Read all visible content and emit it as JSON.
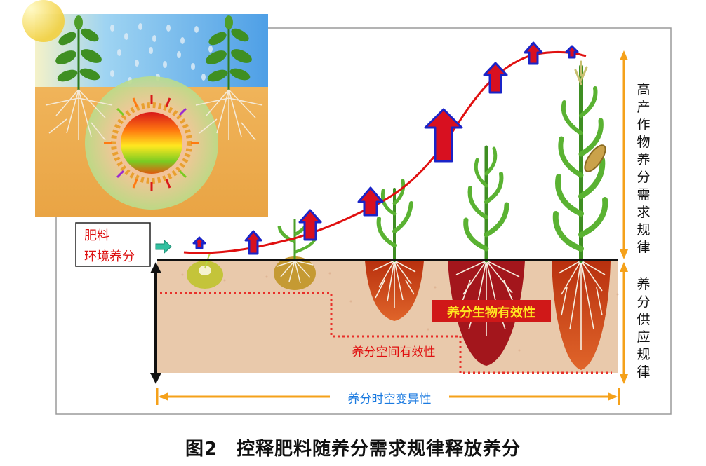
{
  "legend": {
    "fertilizer": "肥料",
    "soil_nutrient": "环境养分"
  },
  "labels": {
    "demand_rule": "高产作物养分需求规律",
    "supply_rule": "养分供应规律",
    "bio_availability": "养分生物有效性",
    "spatial_availability": "养分空间有效性",
    "spatiotemporal_variability": "养分时空变异性"
  },
  "caption": "图2　控释肥料随养分需求规律释放养分",
  "colors": {
    "demand_curve": "#e01010",
    "arrow_fill": "#d81020",
    "arrow_outline": "#1a24c8",
    "soil": "#e9c9ab",
    "root_zone": "#c0481c",
    "axis_orange": "#f5a11a",
    "frame": "#9a9a9a"
  },
  "icons": [
    "sun-icon",
    "rain-icon",
    "plant-icon",
    "fertilizer-granule-icon",
    "seed-icon",
    "root-icon",
    "corn-plant-icon"
  ]
}
